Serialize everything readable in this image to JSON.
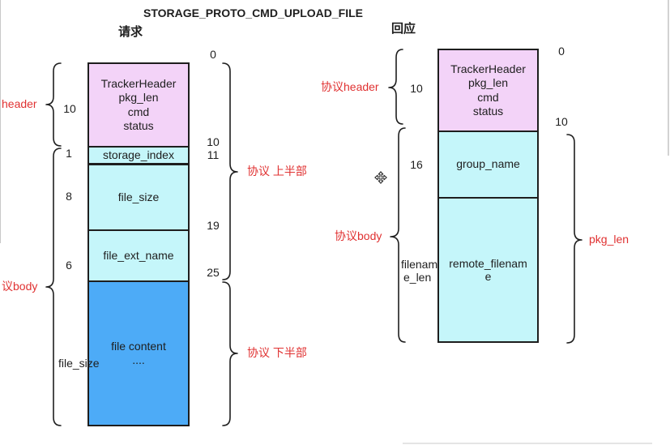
{
  "title": "STORAGE_PROTO_CMD_UPLOAD_FILE",
  "colors": {
    "header_fill": "#f3d3f8",
    "field_fill": "#c5f6fa",
    "content_fill": "#4dabf7",
    "stroke": "#1e1e1e",
    "annotation": "#e03131"
  },
  "icons": {
    "cursor": "move-cursor-icon"
  },
  "request": {
    "heading": "请求",
    "blocks": [
      {
        "lines": [
          "TrackerHeader",
          "pkg_len",
          "cmd",
          "status"
        ],
        "size": "10"
      },
      {
        "lines": [
          "storage_index"
        ],
        "size": "1"
      },
      {
        "lines": [
          "file_size"
        ],
        "size": "8"
      },
      {
        "lines": [
          "file_ext_name"
        ],
        "size": "6"
      },
      {
        "lines": [
          "file content",
          "...."
        ],
        "size": "file_size"
      }
    ],
    "offsets": [
      "0",
      "10",
      "11",
      "19",
      "25"
    ],
    "brace_labels": {
      "header": "header",
      "body": "议body",
      "upper_half": "协议 上半部",
      "lower_half": "协议 下半部"
    }
  },
  "response": {
    "heading": "回应",
    "blocks": [
      {
        "lines": [
          "TrackerHeader",
          "pkg_len",
          "cmd",
          "status"
        ],
        "size": "10"
      },
      {
        "lines": [
          "group_name"
        ],
        "size": "16"
      },
      {
        "lines": [
          "remote_filenam",
          "e"
        ],
        "size": [
          "filenam",
          "e_len"
        ]
      }
    ],
    "offsets": [
      "0",
      "10"
    ],
    "brace_labels": {
      "header": "协议header",
      "body": "协议body",
      "pkg_len": "pkg_len"
    }
  }
}
